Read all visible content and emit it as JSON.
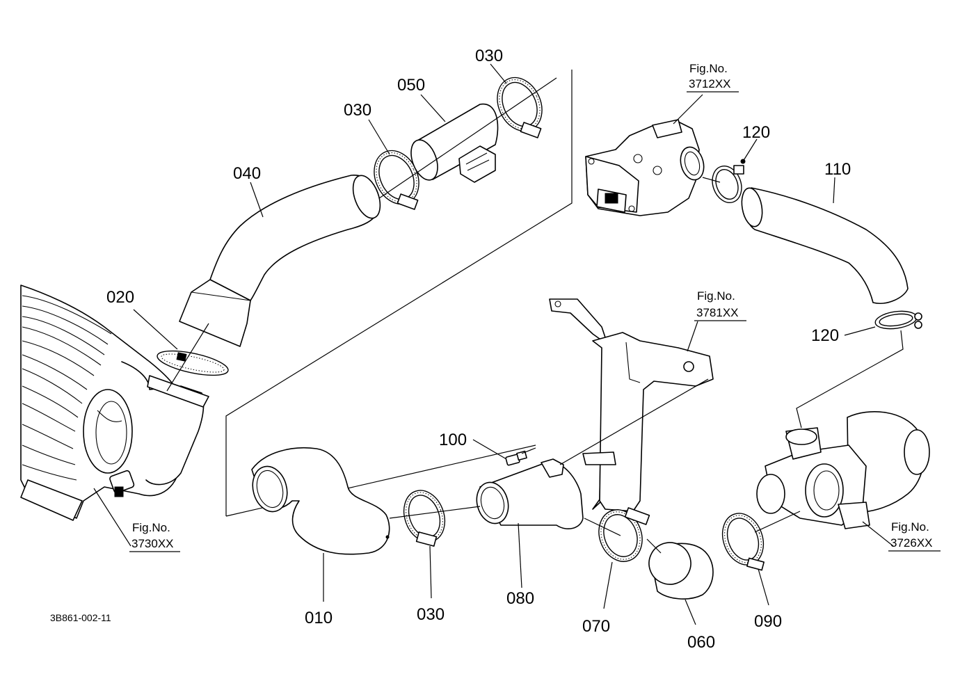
{
  "diagram_id": "3B861-002-11",
  "part_labels": {
    "p010": "010",
    "p020": "020",
    "p030_a": "030",
    "p030_b": "030",
    "p030_c": "030",
    "p040": "040",
    "p050": "050",
    "p060": "060",
    "p070": "070",
    "p080": "080",
    "p090": "090",
    "p100": "100",
    "p110": "110",
    "p120_a": "120",
    "p120_b": "120"
  },
  "fig_refs": {
    "fig_3712": {
      "title": "Fig.No.",
      "number": "3712XX"
    },
    "fig_3781": {
      "title": "Fig.No.",
      "number": "3781XX"
    },
    "fig_3730": {
      "title": "Fig.No.",
      "number": "3730XX"
    },
    "fig_3726": {
      "title": "Fig.No.",
      "number": "3726XX"
    }
  },
  "colors": {
    "line": "#000000",
    "background": "#ffffff"
  }
}
